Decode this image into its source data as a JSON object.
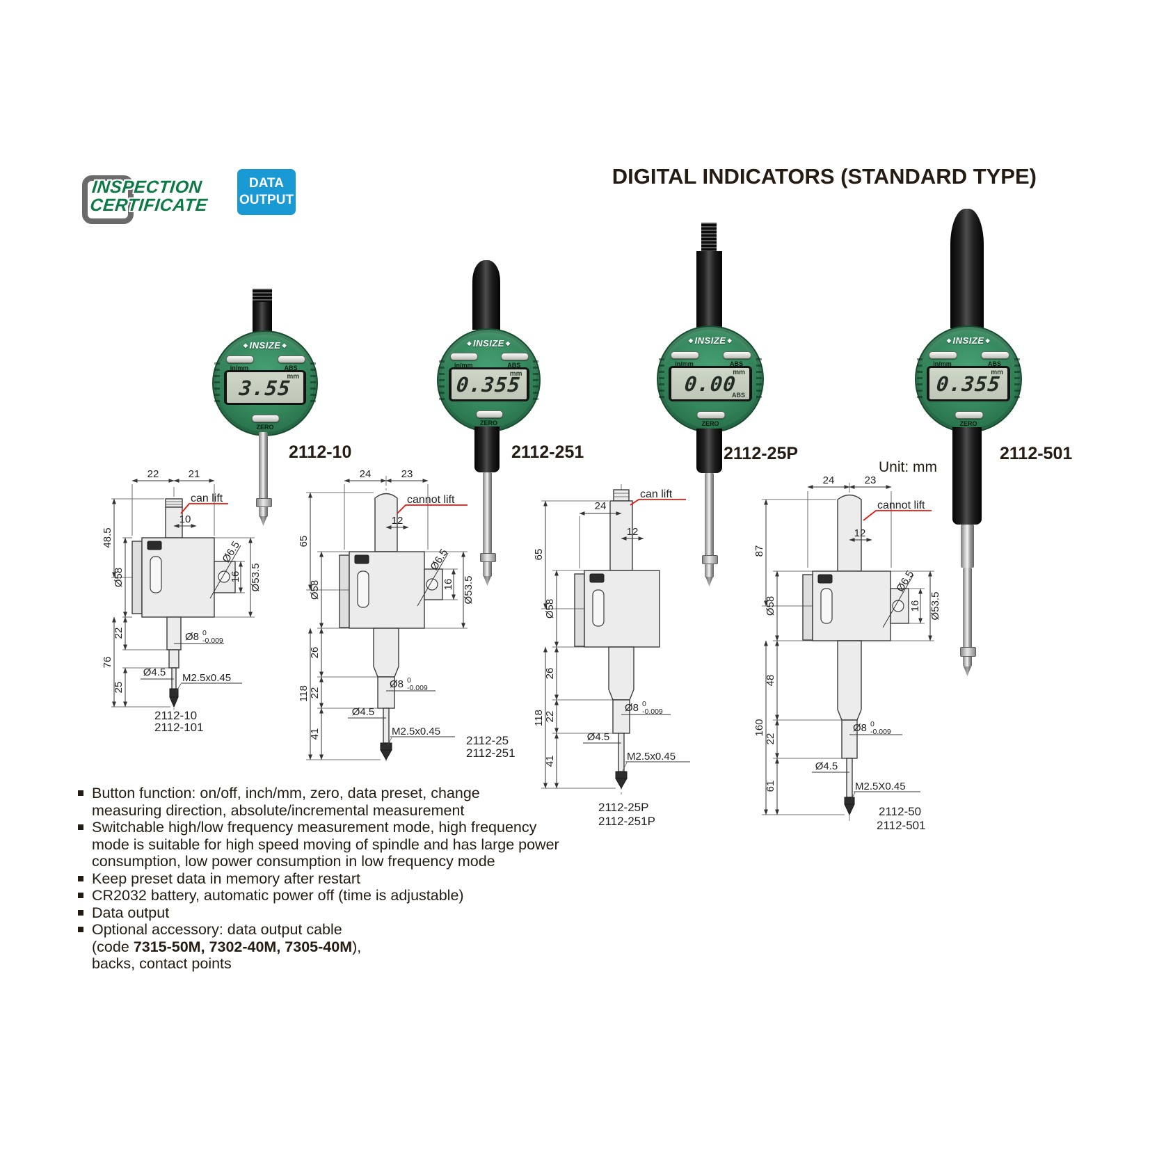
{
  "header": {
    "title": "DIGITAL INDICATORS (STANDARD TYPE)",
    "cert_badge": {
      "line1": "INSPECTION",
      "line2": "CERTIFICATE"
    },
    "data_badge": {
      "line1": "DATA",
      "line2": "OUTPUT"
    }
  },
  "unit_note": "Unit: mm",
  "icons": {
    "diamond": "◆"
  },
  "colors": {
    "cert_green": "#0c7a45",
    "badge_blue": "#199ad5",
    "dial_green": "#36895e",
    "lcd_bg": "#c8d0c2",
    "note_red": "#e8150d"
  },
  "products": [
    {
      "model": "2112-10",
      "brand": "INSIZE",
      "lcd_value": "3.55",
      "lcd_unit": "mm",
      "lcd_mode": "",
      "btn_left": "in/mm",
      "btn_right": "ABS",
      "btn_bottom": "ZERO"
    },
    {
      "model": "2112-251",
      "brand": "INSIZE",
      "lcd_value": "0.355",
      "lcd_unit": "mm",
      "lcd_mode": "",
      "btn_left": "in/mm",
      "btn_right": "ABS",
      "btn_bottom": "ZERO"
    },
    {
      "model": "2112-25P",
      "brand": "INSIZE",
      "lcd_value": "0.00",
      "lcd_unit": "mm",
      "lcd_mode": "ABS",
      "btn_left": "in/mm",
      "btn_right": "ABS",
      "btn_bottom": "ZERO"
    },
    {
      "model": "2112-501",
      "brand": "INSIZE",
      "lcd_value": "0.355",
      "lcd_unit": "mm",
      "lcd_mode": "",
      "btn_left": "in/mm",
      "btn_right": "ABS",
      "btn_bottom": "ZERO"
    }
  ],
  "drawings": [
    {
      "note": "can lift",
      "wl": "22",
      "wr": "21",
      "sw": "10",
      "h1": "48.5",
      "d58": "Ø58",
      "h2": "76",
      "sa": "22",
      "sb": "25",
      "hole": "Ø6.5",
      "s16": "16",
      "lugd": "Ø53.5",
      "d8": "Ø8",
      "t0": "0",
      "t9": "-0.009",
      "d45": "Ø4.5",
      "thr": "M2.5x0.45",
      "ma": "2112-10",
      "mb": "2112-101"
    },
    {
      "note": "cannot lift",
      "wl": "24",
      "wr": "23",
      "sw": "12",
      "h1": "65",
      "d58": "Ø58",
      "h2": "118",
      "sa": "26",
      "sb": "22",
      "sc": "41",
      "hole": "Ø6.5",
      "s16": "16",
      "lugd": "Ø53.5",
      "d8": "Ø8",
      "t0": "0",
      "t9": "-0.009",
      "d45": "Ø4.5",
      "thr": "M2.5x0.45",
      "ma": "2112-25",
      "mb": "2112-251"
    },
    {
      "note": "can lift",
      "wl": "24",
      "sw": "12",
      "h1": "65",
      "d58": "Ø58",
      "h2": "118",
      "sa": "26",
      "sb": "22",
      "sc": "41",
      "d8": "Ø8",
      "t0": "0",
      "t9": "-0.009",
      "d45": "Ø4.5",
      "thr": "M2.5x0.45",
      "ma": "2112-25P",
      "mb": "2112-251P"
    },
    {
      "note": "cannot lift",
      "wl": "24",
      "wr": "23",
      "sw": "12",
      "h1": "87",
      "d58": "Ø58",
      "h2": "160",
      "sa": "48",
      "sb": "22",
      "sc": "61",
      "hole": "Ø6.5",
      "s16": "16",
      "lugd": "Ø53.5",
      "d8": "Ø8",
      "t0": "0",
      "t9": "-0.009",
      "d45": "Ø4.5",
      "thr": "M2.5X0.45",
      "ma": "2112-50",
      "mb": "2112-501"
    }
  ],
  "features": {
    "bullets": [
      {
        "l1": "Button function: on/off, inch/mm, zero, data preset, change",
        "l2": "measuring direction, absolute/incremental measurement"
      },
      {
        "l1": "Switchable high/low frequency measurement mode, high frequency",
        "l2": "mode is suitable for high speed moving of spindle and has large power",
        "l3": "consumption, low power consumption in low frequency mode"
      },
      {
        "l1": "Keep preset data in memory after restart"
      },
      {
        "l1": "CR2032 battery, automatic power off (time is adjustable)"
      },
      {
        "l1": "Data output"
      }
    ],
    "optional": {
      "line1": "Optional accessory: data output cable",
      "line2_pre": "(code ",
      "line2_codes": "7315-50M, 7302-40M, 7305-40M",
      "line2_post": "),",
      "line3": "backs, contact points"
    }
  }
}
